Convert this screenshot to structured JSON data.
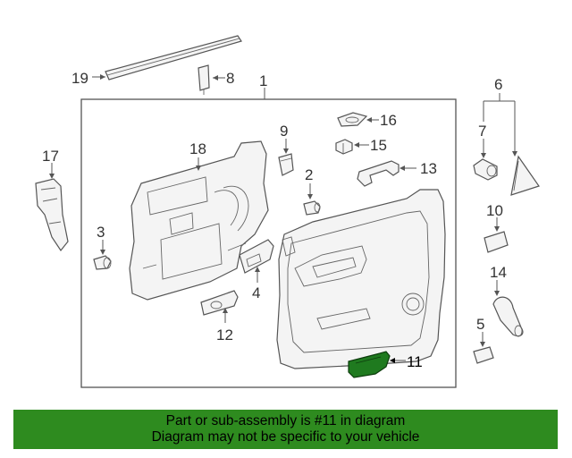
{
  "diagram": {
    "callouts": {
      "c1": "1",
      "c2": "2",
      "c3": "3",
      "c4": "4",
      "c5": "5",
      "c6": "6",
      "c7": "7",
      "c8": "8",
      "c9": "9",
      "c10": "10",
      "c11": "11",
      "c12": "12",
      "c13": "13",
      "c14": "14",
      "c15": "15",
      "c16": "16",
      "c17": "17",
      "c18": "18",
      "c19": "19"
    },
    "highlighted_part": "11",
    "highlight_color": "#1f7a1f"
  },
  "banner": {
    "line1": "Part or sub-assembly is #11 in diagram",
    "line2": "Diagram may not be specific to your vehicle",
    "background": "#2e8b1f"
  }
}
